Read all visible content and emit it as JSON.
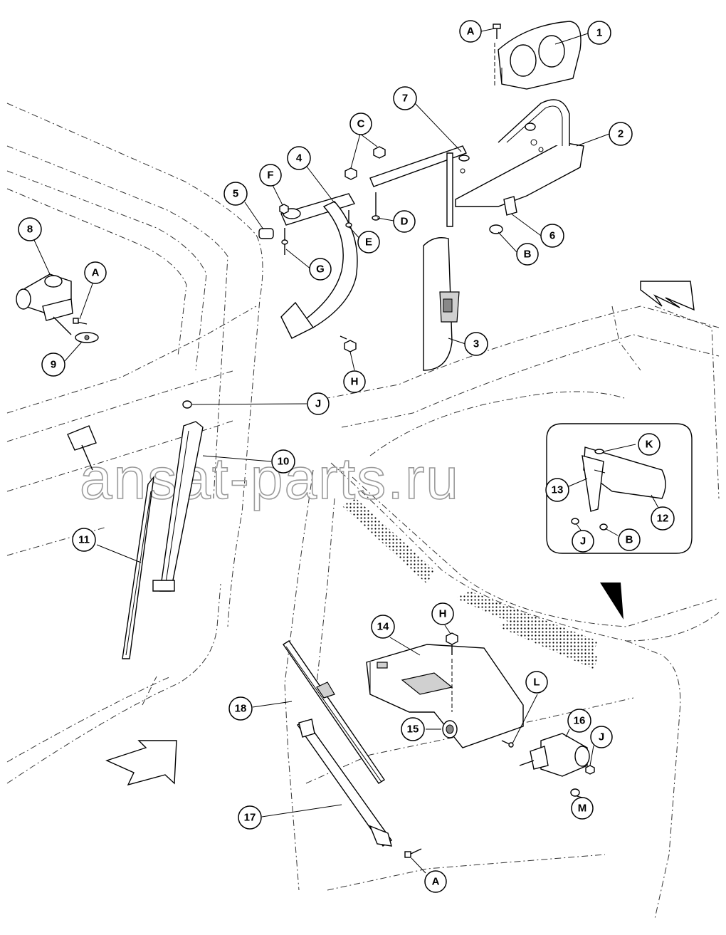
{
  "watermark": "ansat-parts.ru",
  "callouts": [
    {
      "id": "c1",
      "label": "1"
    },
    {
      "id": "c2",
      "label": "2"
    },
    {
      "id": "c3",
      "label": "3"
    },
    {
      "id": "c4",
      "label": "4"
    },
    {
      "id": "c5",
      "label": "5"
    },
    {
      "id": "c6",
      "label": "6"
    },
    {
      "id": "c7",
      "label": "7"
    },
    {
      "id": "c8",
      "label": "8"
    },
    {
      "id": "c9",
      "label": "9"
    },
    {
      "id": "c10",
      "label": "10"
    },
    {
      "id": "c11",
      "label": "11"
    },
    {
      "id": "c12",
      "label": "12"
    },
    {
      "id": "c13",
      "label": "13"
    },
    {
      "id": "c14",
      "label": "14"
    },
    {
      "id": "c15",
      "label": "15"
    },
    {
      "id": "c16",
      "label": "16"
    },
    {
      "id": "c17",
      "label": "17"
    },
    {
      "id": "c18",
      "label": "18"
    },
    {
      "id": "cA1",
      "label": "A"
    },
    {
      "id": "cA2",
      "label": "A"
    },
    {
      "id": "cA3",
      "label": "A"
    },
    {
      "id": "cB1",
      "label": "B"
    },
    {
      "id": "cB2",
      "label": "B"
    },
    {
      "id": "cC",
      "label": "C"
    },
    {
      "id": "cD",
      "label": "D"
    },
    {
      "id": "cE",
      "label": "E"
    },
    {
      "id": "cF",
      "label": "F"
    },
    {
      "id": "cG",
      "label": "G"
    },
    {
      "id": "cH1",
      "label": "H"
    },
    {
      "id": "cH2",
      "label": "H"
    },
    {
      "id": "cJ1",
      "label": "J"
    },
    {
      "id": "cJ2",
      "label": "J"
    },
    {
      "id": "cJ3",
      "label": "J"
    },
    {
      "id": "cK",
      "label": "K"
    },
    {
      "id": "cL",
      "label": "L"
    },
    {
      "id": "cM",
      "label": "M"
    }
  ]
}
